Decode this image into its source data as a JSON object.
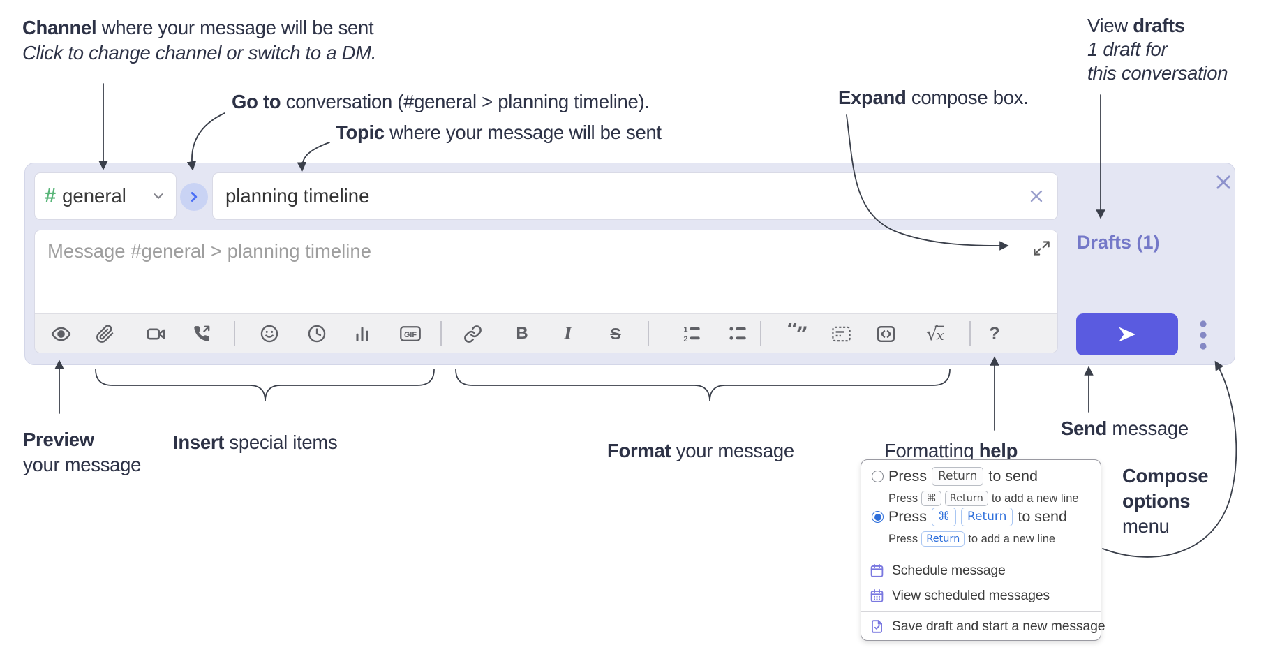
{
  "colors": {
    "accent": "#5a5be0",
    "compose_bg": "#e4e6f3",
    "purple": "#7478c8",
    "blue": "#2e6fdb",
    "green": "#58b578",
    "icon_gray": "#5f6066",
    "ann": "#2d3246",
    "menu_icon": "#7a78e0"
  },
  "annotations": {
    "channel": {
      "bold": "Channel",
      "rest": " where your message will be sent",
      "line2": "Click to change channel or switch to a DM."
    },
    "goto": {
      "bold": "Go to",
      "rest": " conversation (#general > planning timeline)."
    },
    "topic": {
      "bold": "Topic",
      "rest": " where your message will be sent"
    },
    "expand": {
      "bold": "Expand",
      "rest": " compose box."
    },
    "drafts": {
      "pre": "View ",
      "bold": "drafts",
      "line2": "1 draft for",
      "line3": "this conversation"
    },
    "preview": {
      "bold": "Preview",
      "line2": "your message"
    },
    "insert": {
      "bold": "Insert",
      "rest": " special items"
    },
    "format": {
      "bold": "Format",
      "rest": " your message"
    },
    "help": {
      "pre": "Formatting ",
      "bold": "help"
    },
    "send": {
      "bold": "Send",
      "rest": " message"
    },
    "compose_options": {
      "line1": "Compose",
      "line2": "options",
      "line3": "menu"
    }
  },
  "compose": {
    "channel_hash": "#",
    "channel_name": "general",
    "topic_value": "planning timeline",
    "message_placeholder": "Message #general > planning timeline",
    "drafts_label": "Drafts (1)",
    "gif_label": "GIF",
    "bold_glyph": "B",
    "italic_glyph": "I",
    "strike_glyph": "S",
    "help_glyph": "?"
  },
  "toolbar_icons": [
    "preview",
    "attach-file",
    "video-call",
    "voice-call",
    "emoji",
    "global-time",
    "poll",
    "gif",
    "link",
    "bold",
    "italic",
    "strikethrough",
    "numbered-list",
    "bulleted-list",
    "quote",
    "spoiler",
    "code",
    "math",
    "help"
  ],
  "popup": {
    "option1": {
      "press": "Press",
      "key": "Return",
      "tail": "to send",
      "sub_press": "Press",
      "sub_key1": "⌘",
      "sub_key2": "Return",
      "sub_tail": "to add a new line"
    },
    "option2": {
      "press": "Press",
      "key1": "⌘",
      "key2": "Return",
      "tail": "to send",
      "sub_press": "Press",
      "sub_key": "Return",
      "sub_tail": "to add a new line"
    },
    "items": [
      "Schedule message",
      "View scheduled messages",
      "Save draft and start a new message"
    ]
  }
}
